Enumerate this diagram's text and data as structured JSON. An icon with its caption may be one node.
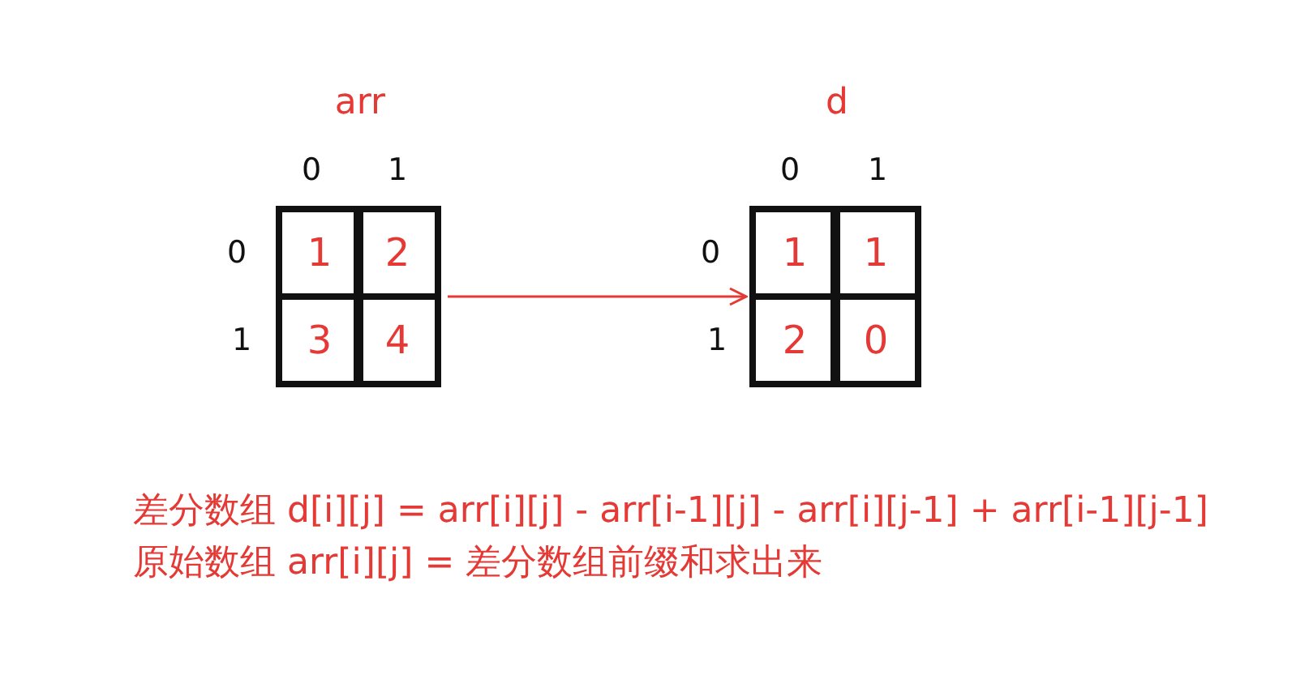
{
  "diagram": {
    "nodes": [
      {
        "text": [
          "arr"
        ]
      },
      {
        "text": [
          "1"
        ],
        "in": 0
      },
      {
        "text": [
          "2"
        ],
        "in": 0
      },
      {
        "text": [
          "3"
        ],
        "in": 0
      },
      {
        "text": [
          "4"
        ],
        "in": 0
      },
      {
        "text": [
          "d"
        ]
      },
      {
        "text": [
          "1"
        ],
        "in": 5
      },
      {
        "text": [
          "1"
        ],
        "in": 5
      },
      {
        "text": [
          "2"
        ],
        "in": 5
      },
      {
        "text": [
          "0"
        ],
        "in": 5
      }
    ],
    "edges": [
      {
        "from": 0,
        "to": 5,
        "arrow": "to",
        "color": "#e53935"
      }
    ],
    "labels": [
      "0",
      "1",
      "0",
      "1",
      "0",
      "0",
      "1",
      "1",
      "差分数组 d[i][j] = arr[i][j] - arr[i-1][j] - arr[i][j-1] + arr[i-1][j-1]",
      "原始数组 arr[i][j] = 差分数组前缀和求出来"
    ]
  }
}
